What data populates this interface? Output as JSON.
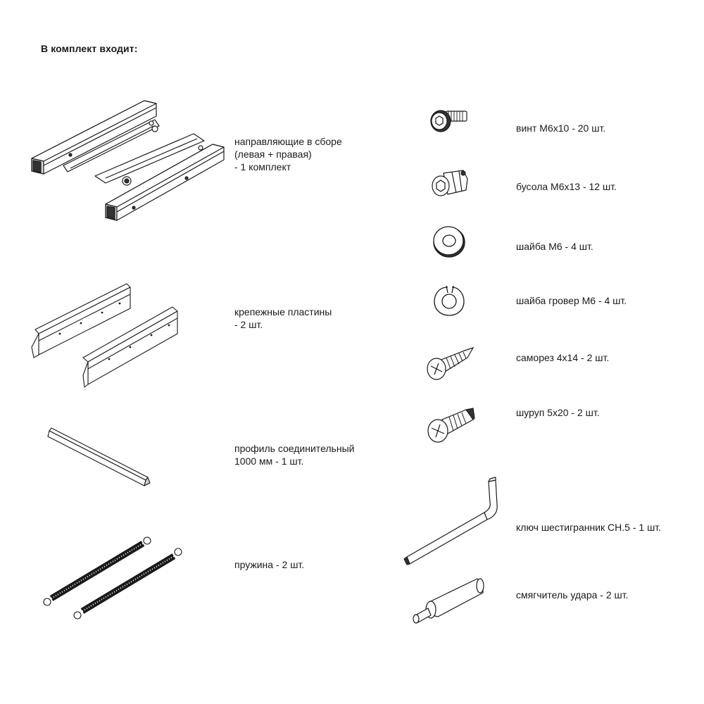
{
  "heading": "В комплект входит:",
  "left_items": [
    {
      "icon": "drawer-rails-icon",
      "lines": [
        "направляющие в сборе",
        "(левая + правая)",
        "- 1 комплект"
      ]
    },
    {
      "icon": "mounting-plates-icon",
      "lines": [
        "крепежные пластины",
        "- 2 шт."
      ]
    },
    {
      "icon": "connecting-profile-icon",
      "lines": [
        "профиль соединительный",
        "1000 мм - 1 шт."
      ]
    },
    {
      "icon": "spring-icon",
      "lines": [
        "пружина - 2 шт."
      ]
    }
  ],
  "right_items": [
    {
      "icon": "socket-screw-icon",
      "text": "винт М6х10 - 20 шт."
    },
    {
      "icon": "barrel-nut-icon",
      "text": "бусола М6х13 - 12 шт."
    },
    {
      "icon": "washer-icon",
      "text": "шайба М6 - 4 шт."
    },
    {
      "icon": "spring-washer-icon",
      "text": "шайба гровер М6 - 4 шт."
    },
    {
      "icon": "self-tapping-screw-icon",
      "text": "саморез 4х14 - 2 шт."
    },
    {
      "icon": "wood-screw-icon",
      "text": "шуруп 5х20 - 2 шт."
    },
    {
      "icon": "hex-key-icon",
      "text": "ключ шестигранник СН.5 - 1 шт."
    },
    {
      "icon": "shock-absorber-icon",
      "text": "смягчитель удара - 2 шт."
    }
  ]
}
